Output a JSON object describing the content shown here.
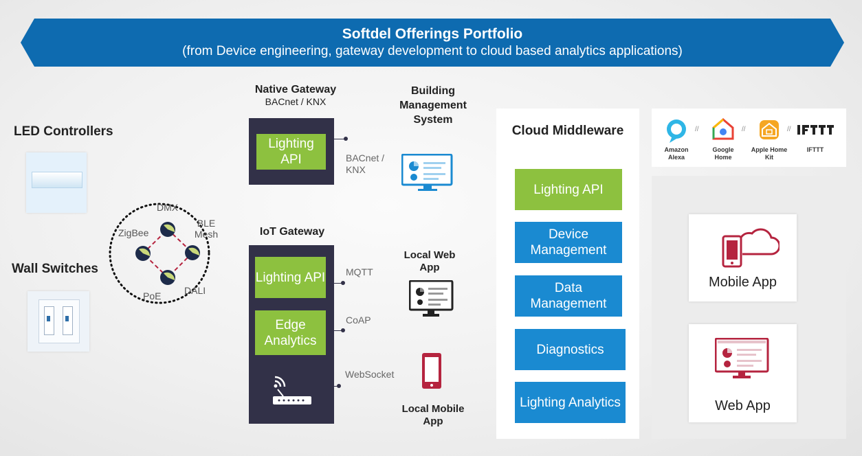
{
  "banner": {
    "title": "Softdel Offerings Portfolio",
    "subtitle": "(from Device engineering, gateway development to cloud based analytics applications)"
  },
  "devices": {
    "led_controllers": "LED Controllers",
    "wall_switches": "Wall Switches"
  },
  "mesh": {
    "labels": [
      "DMX",
      "BLE Mesh",
      "ZigBee",
      "PoE",
      "DALI"
    ]
  },
  "native_gateway": {
    "title": "Native Gateway",
    "subtitle": "BACnet / KNX",
    "button": "Lighting API",
    "protocol": "BACnet / KNX"
  },
  "iot_gateway": {
    "title": "IoT Gateway",
    "buttons": [
      "Lighting API",
      "Edge Analytics"
    ],
    "protocols": [
      "MQTT",
      "CoAP",
      "WebSocket"
    ]
  },
  "apps": {
    "bms": "Building Management System",
    "local_web": "Local Web App",
    "local_mobile": "Local Mobile App"
  },
  "cloud": {
    "title": "Cloud Middleware",
    "items": [
      "Lighting API",
      "Device Management",
      "Data Management",
      "Diagnostics",
      "Lighting Analytics"
    ]
  },
  "ecosystems": {
    "items": [
      {
        "label": "Amazon Alexa",
        "icon": "alexa-icon"
      },
      {
        "label": "Google Home",
        "icon": "google-home-icon"
      },
      {
        "label": "Apple Home Kit",
        "icon": "apple-homekit-icon"
      },
      {
        "label": "IFTTT",
        "icon": "ifttt-icon"
      }
    ],
    "separator": "//"
  },
  "cloud_apps": {
    "mobile": "Mobile App",
    "web": "Web App"
  },
  "colors": {
    "banner": "#0e6bb0",
    "green": "#8dc13f",
    "blue": "#1a8ad1",
    "dark": "#323148",
    "crimson": "#b5243f"
  }
}
